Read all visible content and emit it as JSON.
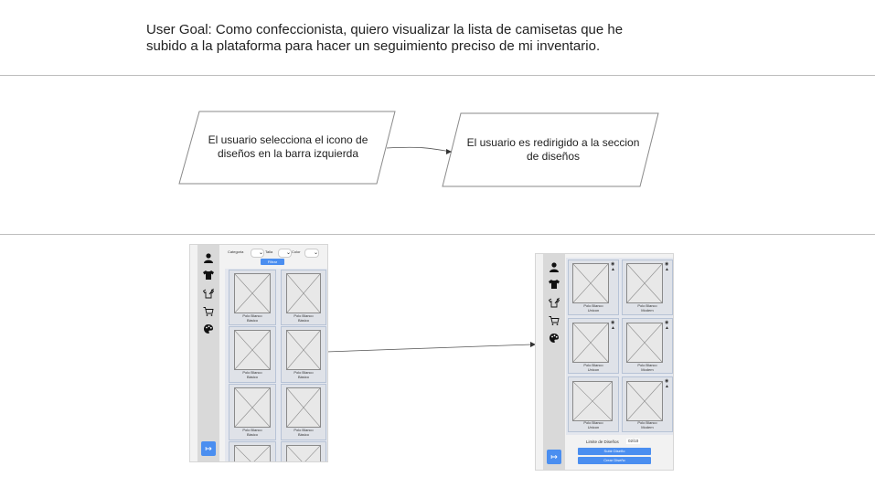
{
  "goal": {
    "line1": "User Goal:  Como confeccionista, quiero visualizar la lista de camisetas que he",
    "line2": "subido a la plataforma para hacer un seguimiento preciso de mi inventario."
  },
  "flow": {
    "step1": {
      "line1": "El usuario selecciona el icono de",
      "line2": "diseños en la barra izquierda"
    },
    "step2": {
      "line1": "El usuario es redirigido a la seccion",
      "line2": "de diseños"
    }
  },
  "mock1": {
    "filters": [
      "Categoria",
      "Talla",
      "Color"
    ],
    "filter_button": "Filtrar",
    "captions": [
      "Polo Blanco\nBásico",
      "Polo Blanco\nBásico",
      "Polo Blanco\nBásico",
      "Polo Blanco\nBásico",
      "Polo Blanco\nBásico",
      "Polo Blanco\nBásico"
    ]
  },
  "mock2": {
    "captions": [
      "Polo Blanco\nUnicon",
      "Polo Blanco\nModern",
      "Polo Blanco\nUnicon",
      "Polo Blanco\nModern",
      "Polo Blanco\nUnicon",
      "Polo Blanco\nModern"
    ],
    "limit_label": "Limite de Diseños",
    "limit_value": "02/10",
    "upload_button": "Subir Diseño",
    "create_button": "Crear Diseño"
  },
  "icons": {
    "sidebar": [
      "user-icon",
      "shirt-icon",
      "design-shirt-icon",
      "cart-icon",
      "palette-icon"
    ],
    "logout": "logout-icon"
  }
}
